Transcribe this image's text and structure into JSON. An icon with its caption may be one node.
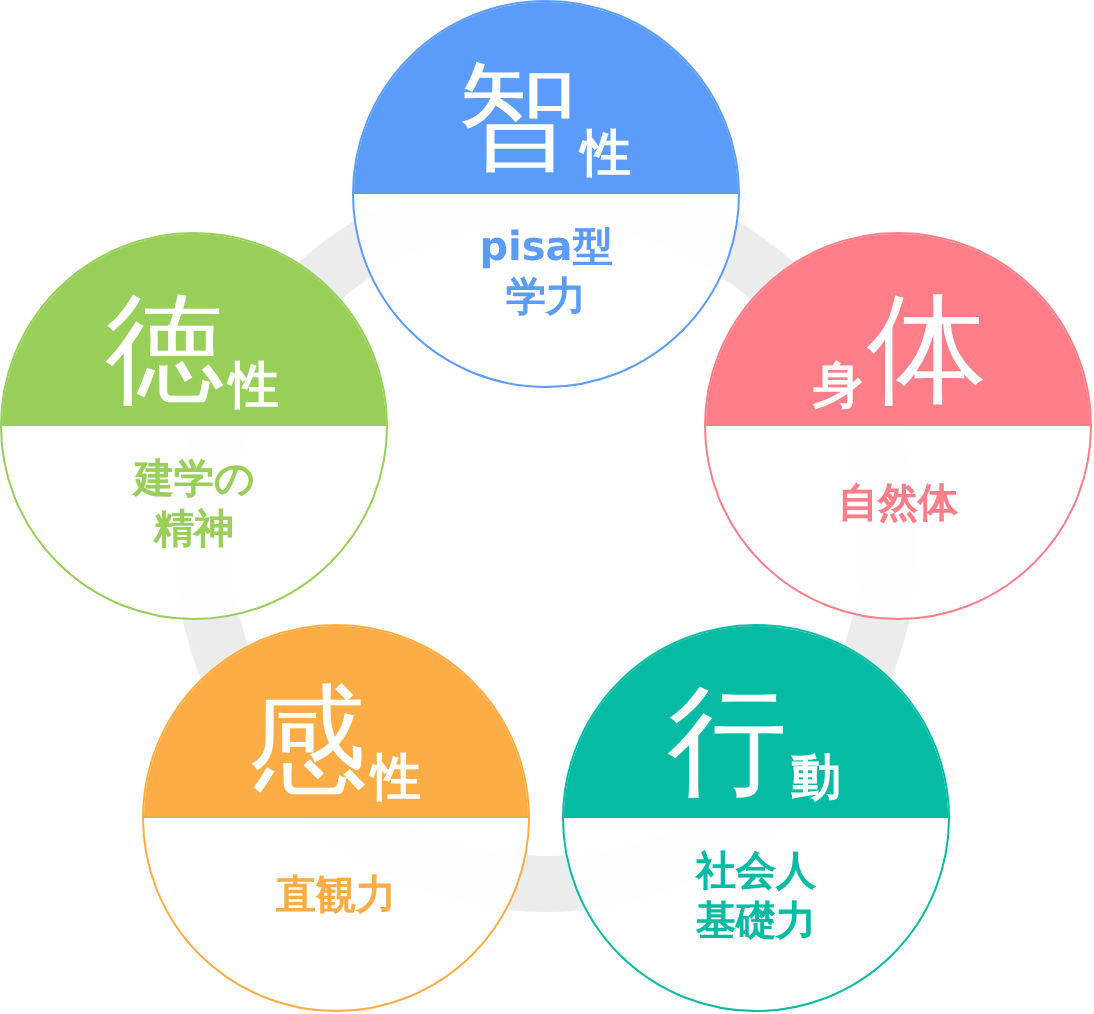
{
  "diagram": {
    "nodes": [
      {
        "text": [
          "智",
          "性",
          "pisa型学力"
        ]
      },
      {
        "text": [
          "徳",
          "性",
          "建学の精神"
        ]
      },
      {
        "text": [
          "身",
          "体",
          "自然体"
        ]
      },
      {
        "text": [
          "感",
          "性",
          "直観力"
        ]
      },
      {
        "text": [
          "行",
          "動",
          "社会人基礎力"
        ]
      }
    ]
  }
}
